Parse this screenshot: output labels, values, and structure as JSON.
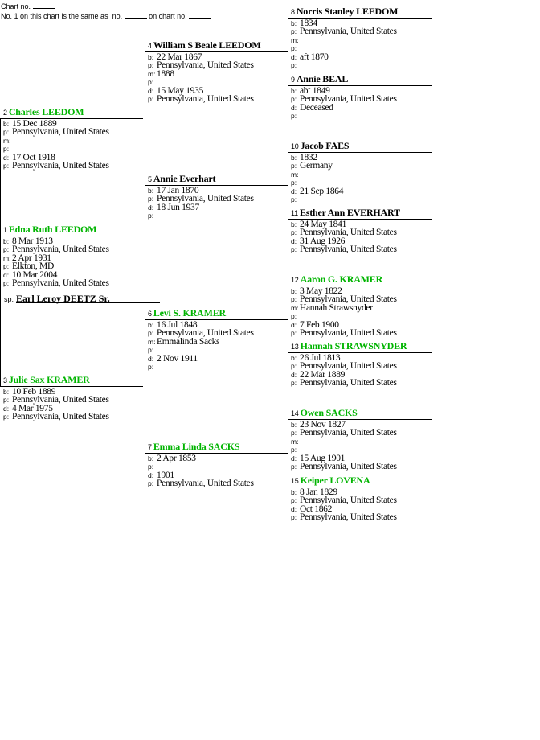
{
  "header": {
    "chart_no_label": "Chart no.",
    "same_as_prefix": "No. 1 on this chart is the same as  no.",
    "on_chart_label": "on chart no."
  },
  "colors": {
    "linked_name": "#00b400",
    "plain_name": "#000000"
  },
  "spouse": {
    "label": "sp:",
    "name": "Earl Leroy DEETZ Sr."
  },
  "persons": [
    {
      "num": "1",
      "name": "Edna Ruth LEEDOM",
      "linked": true,
      "facts": [
        {
          "l": "b:",
          "v": "8 Mar 1913"
        },
        {
          "l": "p:",
          "v": "Pennsylvania, United States"
        },
        {
          "l": "m:",
          "v": "2 Apr 1931"
        },
        {
          "l": "p:",
          "v": "Elkton, MD"
        },
        {
          "l": "d:",
          "v": "10 Mar 2004"
        },
        {
          "l": "p:",
          "v": "Pennsylvania, United States"
        }
      ]
    },
    {
      "num": "2",
      "name": "Charles LEEDOM",
      "linked": true,
      "facts": [
        {
          "l": "b:",
          "v": "15 Dec 1889"
        },
        {
          "l": "p:",
          "v": "Pennsylvania, United States"
        },
        {
          "l": "m:",
          "v": ""
        },
        {
          "l": "p:",
          "v": ""
        },
        {
          "l": "d:",
          "v": "17 Oct 1918"
        },
        {
          "l": "p:",
          "v": "Pennsylvania, United States"
        }
      ]
    },
    {
      "num": "3",
      "name": "Julie Sax KRAMER",
      "linked": true,
      "facts": [
        {
          "l": "b:",
          "v": "10 Feb 1889"
        },
        {
          "l": "p:",
          "v": "Pennsylvania, United States"
        },
        {
          "l": "d:",
          "v": "4 Mar 1975"
        },
        {
          "l": "p:",
          "v": "Pennsylvania, United States"
        }
      ]
    },
    {
      "num": "4",
      "name": "William S Beale LEEDOM",
      "linked": false,
      "facts": [
        {
          "l": "b:",
          "v": "22 Mar 1867"
        },
        {
          "l": "p:",
          "v": "Pennsylvania, United States"
        },
        {
          "l": "m:",
          "v": "1888"
        },
        {
          "l": "p:",
          "v": ""
        },
        {
          "l": "d:",
          "v": "15 May 1935"
        },
        {
          "l": "p:",
          "v": "Pennsylvania, United States"
        }
      ]
    },
    {
      "num": "5",
      "name": "Annie Everhart",
      "linked": false,
      "facts": [
        {
          "l": "b:",
          "v": "17 Jan 1870"
        },
        {
          "l": "p:",
          "v": "Pennsylvania, United States"
        },
        {
          "l": "d:",
          "v": "18 Jun 1937"
        },
        {
          "l": "p:",
          "v": ""
        }
      ]
    },
    {
      "num": "6",
      "name": "Levi S. KRAMER",
      "linked": true,
      "facts": [
        {
          "l": "b:",
          "v": "16 Jul 1848"
        },
        {
          "l": "p:",
          "v": "Pennsylvania, United States"
        },
        {
          "l": "m:",
          "v": "Emmalinda Sacks"
        },
        {
          "l": "p:",
          "v": ""
        },
        {
          "l": "d:",
          "v": "2 Nov 1911"
        },
        {
          "l": "p:",
          "v": ""
        }
      ]
    },
    {
      "num": "7",
      "name": "Emma Linda SACKS",
      "linked": true,
      "facts": [
        {
          "l": "b:",
          "v": "2 Apr 1853"
        },
        {
          "l": "p:",
          "v": ""
        },
        {
          "l": "d:",
          "v": "1901"
        },
        {
          "l": "p:",
          "v": "Pennsylvania, United States"
        }
      ]
    },
    {
      "num": "8",
      "name": "Norris Stanley LEEDOM",
      "linked": false,
      "facts": [
        {
          "l": "b:",
          "v": "1834"
        },
        {
          "l": "p:",
          "v": "Pennsylvania, United States"
        },
        {
          "l": "m:",
          "v": ""
        },
        {
          "l": "p:",
          "v": ""
        },
        {
          "l": "d:",
          "v": "aft 1870"
        },
        {
          "l": "p:",
          "v": ""
        }
      ]
    },
    {
      "num": "9",
      "name": "Annie BEAL",
      "linked": false,
      "facts": [
        {
          "l": "b:",
          "v": "abt 1849"
        },
        {
          "l": "p:",
          "v": "Pennsylvania, United States"
        },
        {
          "l": "d:",
          "v": "Deceased"
        },
        {
          "l": "p:",
          "v": ""
        }
      ]
    },
    {
      "num": "10",
      "name": "Jacob FAES",
      "linked": false,
      "facts": [
        {
          "l": "b:",
          "v": "1832"
        },
        {
          "l": "p:",
          "v": "Germany"
        },
        {
          "l": "m:",
          "v": ""
        },
        {
          "l": "p:",
          "v": ""
        },
        {
          "l": "d:",
          "v": "21 Sep 1864"
        },
        {
          "l": "p:",
          "v": ""
        }
      ]
    },
    {
      "num": "11",
      "name": "Esther Ann EVERHART",
      "linked": false,
      "facts": [
        {
          "l": "b:",
          "v": "24 May 1841"
        },
        {
          "l": "p:",
          "v": "Pennsylvania, United States"
        },
        {
          "l": "d:",
          "v": "31 Aug 1926"
        },
        {
          "l": "p:",
          "v": "Pennsylvania, United States"
        }
      ]
    },
    {
      "num": "12",
      "name": "Aaron G. KRAMER",
      "linked": true,
      "facts": [
        {
          "l": "b:",
          "v": "3 May 1822"
        },
        {
          "l": "p:",
          "v": "Pennsylvania, United States"
        },
        {
          "l": "m:",
          "v": "Hannah Strawsnyder"
        },
        {
          "l": "p:",
          "v": ""
        },
        {
          "l": "d:",
          "v": "7 Feb 1900"
        },
        {
          "l": "p:",
          "v": "Pennsylvania, United States"
        }
      ]
    },
    {
      "num": "13",
      "name": "Hannah STRAWSNYDER",
      "linked": true,
      "facts": [
        {
          "l": "b:",
          "v": "26 Jul 1813"
        },
        {
          "l": "p:",
          "v": "Pennsylvania, United States"
        },
        {
          "l": "d:",
          "v": "22 Mar 1889"
        },
        {
          "l": "p:",
          "v": "Pennsylvania, United States"
        }
      ]
    },
    {
      "num": "14",
      "name": "Owen SACKS",
      "linked": true,
      "facts": [
        {
          "l": "b:",
          "v": "23 Nov 1827"
        },
        {
          "l": "p:",
          "v": "Pennsylvania, United States"
        },
        {
          "l": "m:",
          "v": ""
        },
        {
          "l": "p:",
          "v": ""
        },
        {
          "l": "d:",
          "v": "15 Aug 1901"
        },
        {
          "l": "p:",
          "v": "Pennsylvania, United States"
        }
      ]
    },
    {
      "num": "15",
      "name": "Keiper LOVENA",
      "linked": true,
      "facts": [
        {
          "l": "b:",
          "v": "8 Jan 1829"
        },
        {
          "l": "p:",
          "v": "Pennsylvania, United States"
        },
        {
          "l": "d:",
          "v": "Oct 1862"
        },
        {
          "l": "p:",
          "v": "Pennsylvania, United States"
        }
      ]
    }
  ]
}
